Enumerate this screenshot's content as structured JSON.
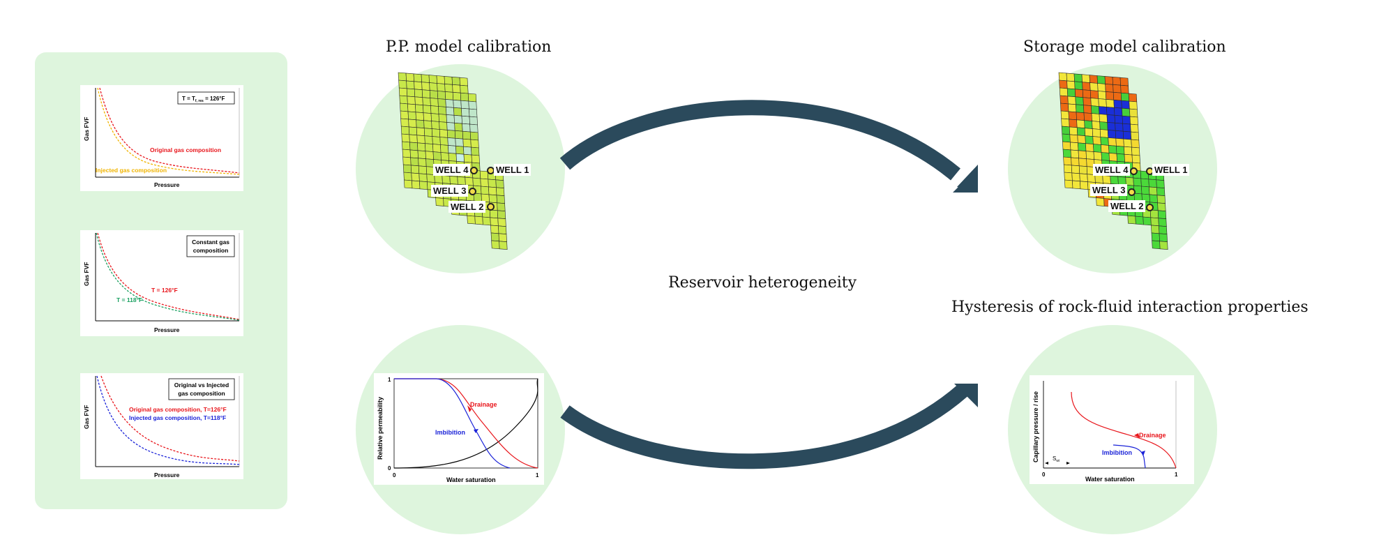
{
  "headings": {
    "pp_model": "P.P. model calibration",
    "storage_model": "Storage model calibration",
    "reservoir": "Reservoir heterogeneity",
    "hysteresis": "Hysteresis of rock-fluid interaction properties"
  },
  "wells": [
    "WELL 4",
    "WELL 1",
    "WELL 3",
    "WELL 2"
  ],
  "charts": {
    "gas_fvf_1": {
      "ylabel": "Gas FVF",
      "xlabel": "Pressure",
      "box": "T = T",
      "box_sub": "f, res",
      "box_tail": " = 126°F",
      "series": [
        {
          "name": "Original gas composition",
          "color": "#e8151b"
        },
        {
          "name": "Injected gas composition",
          "color": "#f0b400"
        }
      ]
    },
    "gas_fvf_2": {
      "ylabel": "Gas FVF",
      "xlabel": "Pressure",
      "box": [
        "Constant gas",
        "composition"
      ],
      "series": [
        {
          "name": "T = 126°F",
          "color": "#e8151b"
        },
        {
          "name": "T = 118°F",
          "color": "#19a060"
        }
      ]
    },
    "gas_fvf_3": {
      "ylabel": "Gas FVF",
      "xlabel": "Pressure",
      "box": [
        "Original vs Injected",
        "gas composition"
      ],
      "series": [
        {
          "name": "Original gas composition, T=126°F",
          "color": "#e8151b"
        },
        {
          "name": "Injected gas composition, T=118°F",
          "color": "#1a22d8"
        }
      ]
    },
    "relperm": {
      "ylabel": "Relative permeability",
      "xlabel": "Water saturation",
      "ticks": {
        "y_top": "1",
        "y_bottom": "0",
        "x_left": "0",
        "x_right": "1"
      },
      "series": [
        {
          "name": "Drainage",
          "color": "#e8151b"
        },
        {
          "name": "Imbibition",
          "color": "#1a22d8"
        }
      ]
    },
    "capillary": {
      "ylabel": "Capillary pressure / rise",
      "xlabel": "Water saturation",
      "ticks": {
        "x_left": "0",
        "x_right": "1"
      },
      "swi": "S",
      "swi_sub": "wi",
      "series": [
        {
          "name": "Drainage",
          "color": "#e8151b"
        },
        {
          "name": "Imbibition",
          "color": "#1a22d8"
        }
      ]
    }
  },
  "colors": {
    "panel": "#def5dd",
    "arrow": "#2b4a5c"
  }
}
